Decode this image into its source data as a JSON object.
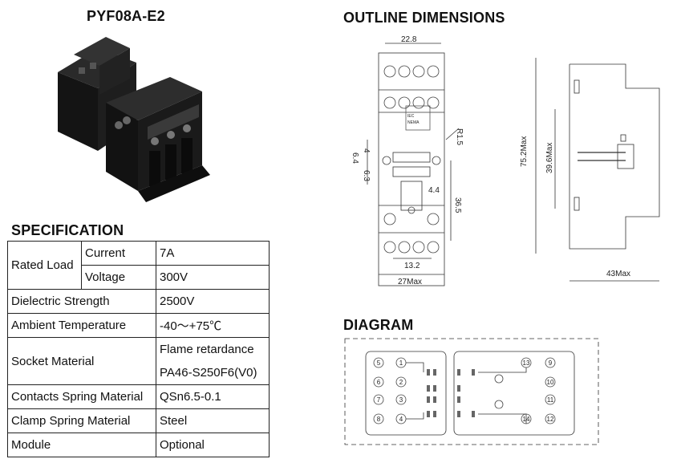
{
  "product": {
    "title": "PYF08A-E2"
  },
  "sections": {
    "specification": "SPECIFICATION",
    "outline": "OUTLINE DIMENSIONS",
    "diagram": "DIAGRAM"
  },
  "spec": {
    "rated_load": "Rated Load",
    "current_label": "Current",
    "current_value": "7A",
    "voltage_label": "Voltage",
    "voltage_value": "300V",
    "dielectric_label": "Dielectric Strength",
    "dielectric_value": "2500V",
    "ambient_label": "Ambient Temperature",
    "ambient_value": "-40～+75℃",
    "socket_label": "Socket Material",
    "socket_value_1": "Flame retardance",
    "socket_value_2": "PA46-S250F6(V0)",
    "contacts_label": "Contacts Spring Material",
    "contacts_value": "QSn6.5-0.1",
    "clamp_label": "Clamp Spring Material",
    "clamp_value": "Steel",
    "module_label": "Module",
    "module_value": "Optional"
  },
  "dimensions": {
    "top_width": "22.8",
    "r": "R1.5",
    "d4": "4",
    "d64": "6.4",
    "d63": "6.3",
    "d44": "4.4",
    "d365": "36.5",
    "d132": "13.2",
    "d27": "27Max",
    "d752": "75.2Max",
    "d396": "39.6Max",
    "d43": "43Max",
    "iec": "IEC",
    "nema": "NEMA"
  },
  "terminals": {
    "left_outer": [
      "5",
      "6",
      "7",
      "8"
    ],
    "left_inner": [
      "1",
      "2",
      "3",
      "4"
    ],
    "right_outer": [
      "9",
      "10",
      "11",
      "12"
    ],
    "coil_top": "13",
    "coil_bottom": "14"
  }
}
